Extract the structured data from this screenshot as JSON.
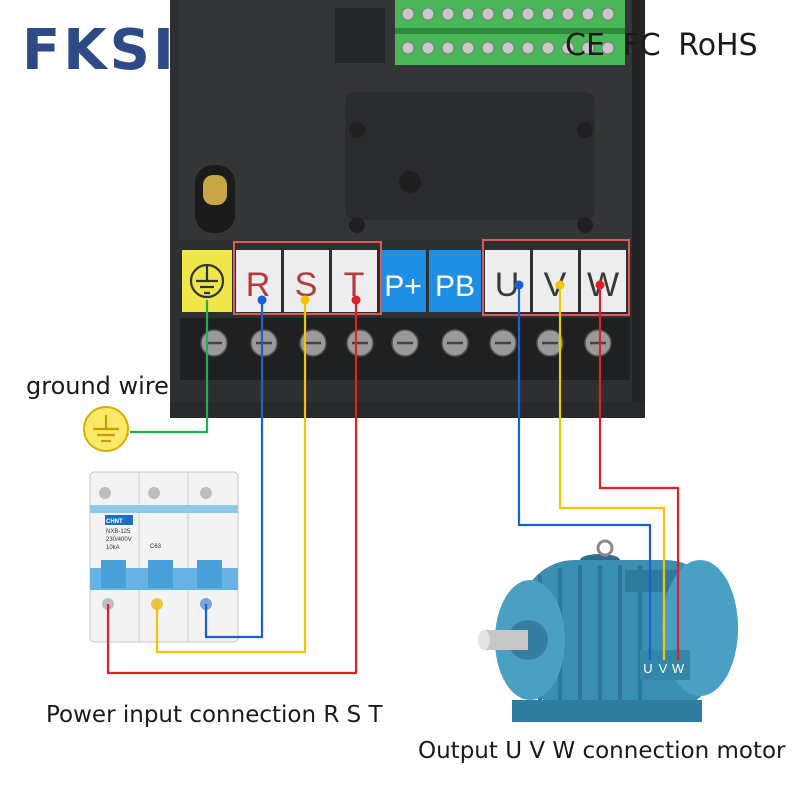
{
  "brand": "FKSI",
  "certifications": [
    "CE",
    "FC",
    "RoHS"
  ],
  "terminals": {
    "ground_symbol": "ground-icon",
    "labels": [
      "R",
      "S",
      "T",
      "P+",
      "PB",
      "U",
      "V",
      "W"
    ]
  },
  "breaker": {
    "maker": "CHNT",
    "model": "NXB-125",
    "rating": "C63",
    "spec1": "230/400V",
    "spec2": "10kA"
  },
  "motor": {
    "terminal_labels": [
      "U",
      "V",
      "W"
    ]
  },
  "labels": {
    "ground_wire": "ground wire",
    "power_input": "Power input connection R S T",
    "output_motor": "Output U V W connection motor"
  },
  "colors": {
    "ground": "#22b04a",
    "blue": "#1a5fd6",
    "yellow": "#f4c400",
    "red": "#e21f26",
    "panel": "#2f3032",
    "terminal_white": "#ededed",
    "terminal_blue": "#1f8fe6",
    "terminal_yellow": "#efe64a",
    "brand": "#2e4a86",
    "motor": "#3a8fb3"
  }
}
